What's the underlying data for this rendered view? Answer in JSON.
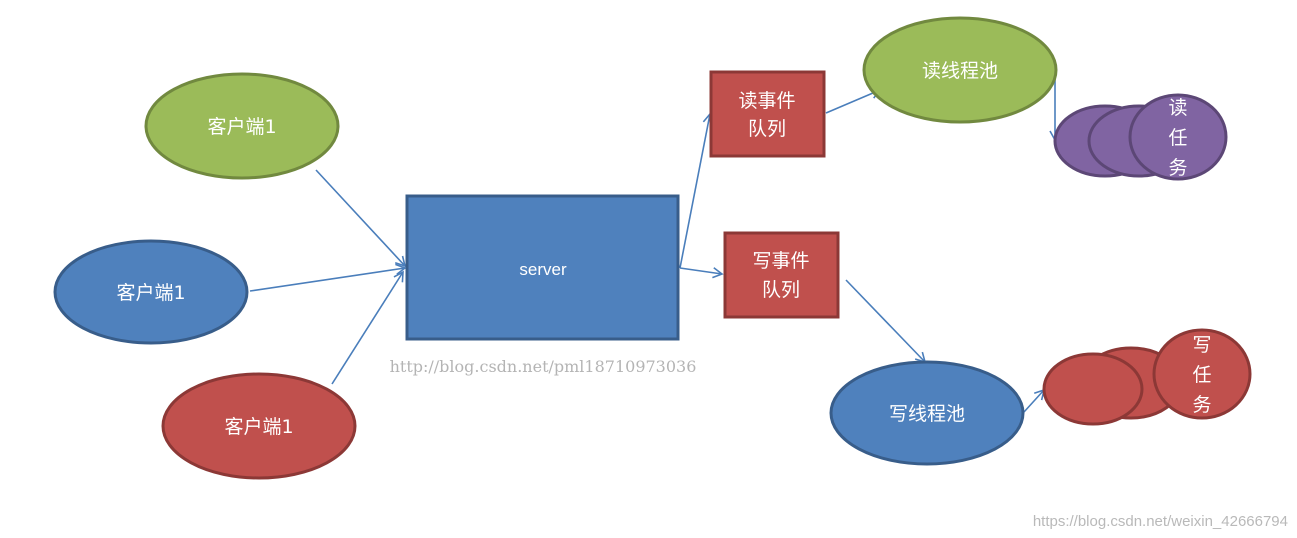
{
  "diagram": {
    "clients": [
      {
        "label": "客户端1",
        "color": "#9bbb59",
        "stroke": "#71893f"
      },
      {
        "label": "客户端1",
        "color": "#4f81bd",
        "stroke": "#385d8a"
      },
      {
        "label": "客户端1",
        "color": "#c0504d",
        "stroke": "#8c3836"
      }
    ],
    "server": {
      "label": "server",
      "color": "#4f81bd",
      "stroke": "#385d8a"
    },
    "read_queue": {
      "line1": "读事件",
      "line2": "队列",
      "color": "#c0504d",
      "stroke": "#8c3836"
    },
    "write_queue": {
      "line1": "写事件",
      "line2": "队列",
      "color": "#c0504d",
      "stroke": "#8c3836"
    },
    "read_pool": {
      "label": "读线程池",
      "color": "#9bbb59",
      "stroke": "#71893f"
    },
    "write_pool": {
      "label": "写线程池",
      "color": "#4f81bd",
      "stroke": "#385d8a"
    },
    "read_tasks": {
      "chars": [
        "读",
        "任",
        "务"
      ],
      "color": "#8064a2",
      "stroke": "#5c4776"
    },
    "write_tasks": {
      "chars": [
        "写",
        "任",
        "务"
      ],
      "color": "#c0504d",
      "stroke": "#8c3836"
    },
    "arrow_color": "#4a7ebb"
  },
  "watermarks": {
    "center": "http://blog.csdn.net/pml18710973036",
    "bottom_right": "https://blog.csdn.net/weixin_42666794"
  }
}
